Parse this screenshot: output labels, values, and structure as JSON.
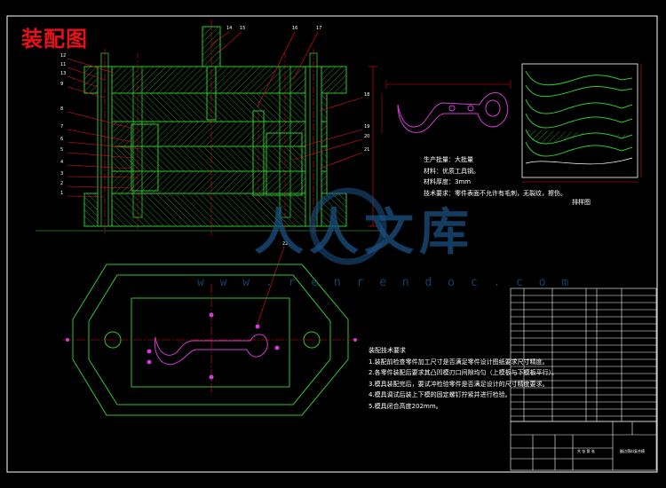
{
  "title": "装配图",
  "spec_notes": [
    "生产批量：大批量",
    "材料：优质工具钢。",
    "材料厚度：3mm",
    "技术要求：零件表面不允许有毛刺，无裂纹，擦伤。"
  ],
  "tech_requirements": {
    "heading": "装配技术要求",
    "items": [
      "1.装配前检查零件加工尺寸是否满足零件设计图纸要求尺寸精度。",
      "2.各零件装配后要求其凸凹模刃口间隙均匀（上模板与下模板平行）。",
      "3.模具装配完后，要试冲检验零件是否满足设计的尺寸精度要求。",
      "4.模具调试后装上下模的固定螺钉拧紧并进行检验。",
      "5.模具闭合高度202mm。"
    ]
  },
  "layout_label": "排样图",
  "callouts": {
    "top": [
      "14",
      "15",
      "16",
      "17"
    ],
    "left": [
      "12",
      "11",
      "13",
      "9",
      "8",
      "7",
      "6",
      "5",
      "4",
      "3",
      "2",
      "1"
    ],
    "right": [
      "18",
      "19",
      "20",
      "21"
    ],
    "plan": "22"
  },
  "title_block": {
    "name_cell": "翻边落料复合模",
    "sheet_label": "共 张 第 张"
  },
  "watermark": {
    "text": "人人文库",
    "url": "w w w . r e n r e n d o c . c o m"
  },
  "colors": {
    "green": "#31c531",
    "red": "#e8101a",
    "title_red": "#e8101a",
    "magenta": "#d23cd2",
    "white": "#ffffff",
    "watermark": "#1b4f80"
  }
}
